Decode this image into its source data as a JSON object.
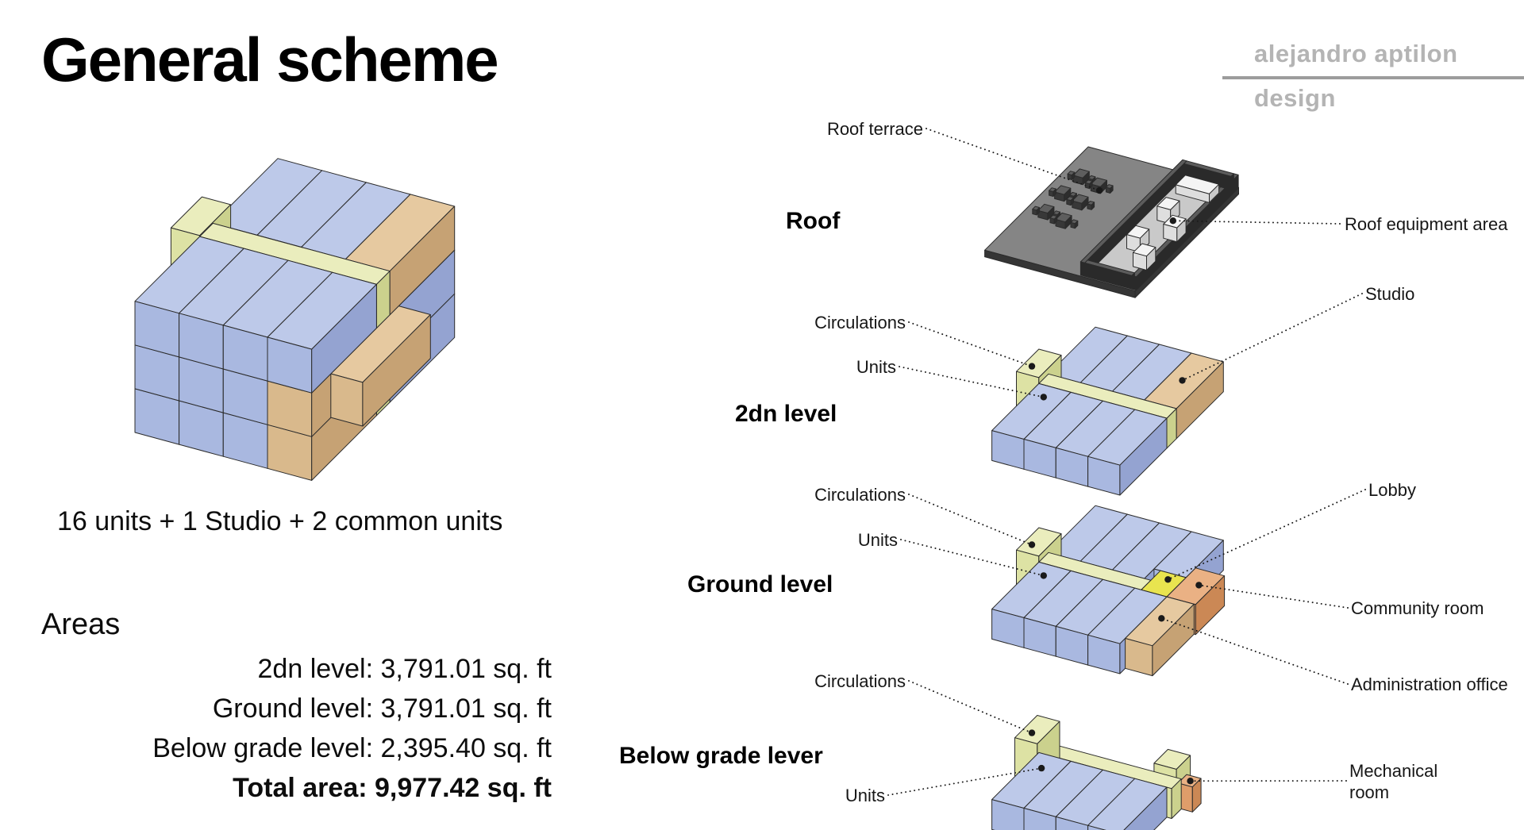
{
  "page": {
    "title": "General scheme",
    "brand": {
      "name": "alejandro aptilon",
      "sub": "design"
    }
  },
  "overview": {
    "caption": "16 units + 1 Studio + 2 common units",
    "areas_heading": "Areas",
    "area_lines": [
      "2dn level: 3,791.01 sq. ft",
      "Ground level: 3,791.01 sq. ft",
      "Below grade level: 2,395.40 sq. ft"
    ],
    "total_line": "Total area: 9,977.42 sq. ft"
  },
  "sections": {
    "roof": {
      "title": "Roof",
      "terrace_label": "Roof terrace",
      "equipment_label": "Roof equipment area"
    },
    "second": {
      "title": "2dn level",
      "circulations_label": "Circulations",
      "units_label": "Units",
      "studio_label": "Studio"
    },
    "ground": {
      "title": "Ground level",
      "circulations_label": "Circulations",
      "units_label": "Units",
      "lobby_label": "Lobby",
      "community_label": "Community room",
      "admin_label": "Administration office"
    },
    "below": {
      "title": "Below grade lever",
      "circulations_label": "Circulations",
      "units_label": "Units",
      "mechanical_label": "Mechanical room"
    }
  },
  "colors": {
    "unit_top": "#bdc9e9",
    "unit_front": "#a9b8e0",
    "unit_side": "#94a3d1",
    "circ_top": "#eaedbd",
    "circ_front": "#dde2a4",
    "circ_side": "#cbd18d",
    "tan_top": "#e6c9a0",
    "tan_front": "#d9b98c",
    "tan_side": "#c6a274",
    "orange_top": "#eab184",
    "orange_front": "#df9d6a",
    "orange_side": "#cb8855",
    "lobby_top": "#e9e44f",
    "lobby_front": "#d8d340",
    "lobby_side": "#c2bd34",
    "roof_top": "#858585",
    "roof_side": "#353535",
    "roof_equipment_floor": "#c9c9c9",
    "parapet_top": "#5c5c5c",
    "parapet_side": "#2a2a2a",
    "white_top": "#f4f4f4",
    "white_front": "#dedede",
    "white_side": "#c9c9c9",
    "furniture_top": "#5e5e5e",
    "furniture_front": "#383838",
    "furniture_side": "#2d2d2d",
    "outline": "#2b2b2b",
    "leader": "#1a1a1a"
  }
}
